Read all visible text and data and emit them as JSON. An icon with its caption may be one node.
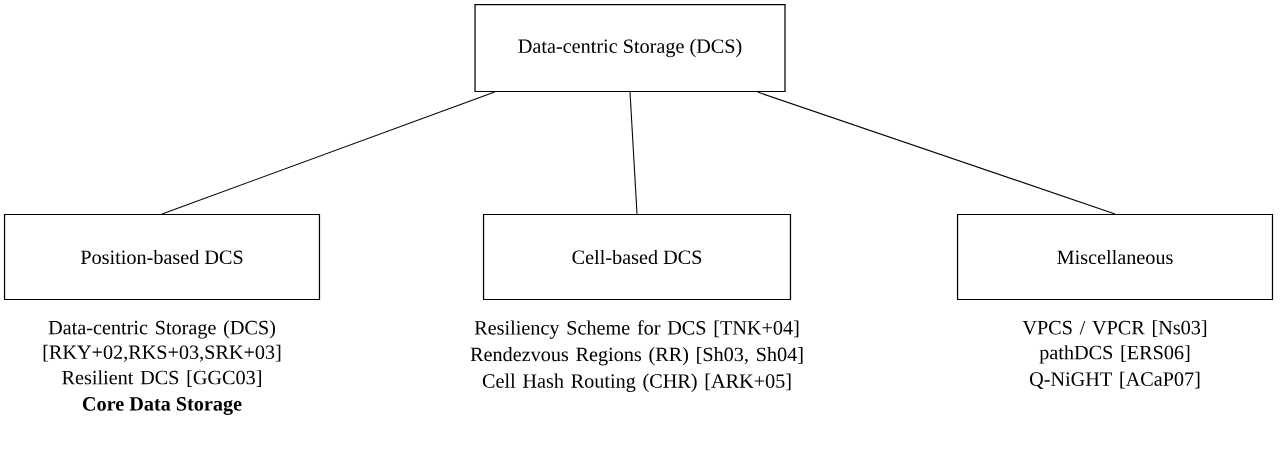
{
  "diagram": {
    "nodes": [
      {
        "text": [
          "Data-centric Storage (DCS)"
        ]
      },
      {
        "text": [
          "Position-based DCS"
        ],
        "beside": [
          "Data-centric Storage (DCS) [RKY+02,RKS+03,SRK+03]",
          "Resilient DCS [GGC03]"
        ]
      },
      {
        "text": [
          "Cell-based DCS"
        ],
        "beside": [
          "Resiliency Scheme for DCS [TNK+04]",
          "Rendezvous Regions (RR) [Sh03, Sh04]",
          "Cell Hash Routing (CHR) [ARK+05]"
        ]
      },
      {
        "text": [
          "Miscellaneous"
        ],
        "beside": [
          "VPCS / VPCR [Ns03]",
          "pathDCS [ERS06]",
          "Q-NiGHT [ACaP07]"
        ]
      }
    ],
    "edges": [
      {
        "from": 0,
        "to": 1,
        "arrow": "none"
      },
      {
        "from": 0,
        "to": 2,
        "arrow": "none"
      },
      {
        "from": 0,
        "to": 3,
        "arrow": "none"
      }
    ],
    "labels": [
      "Core Data Storage"
    ]
  }
}
